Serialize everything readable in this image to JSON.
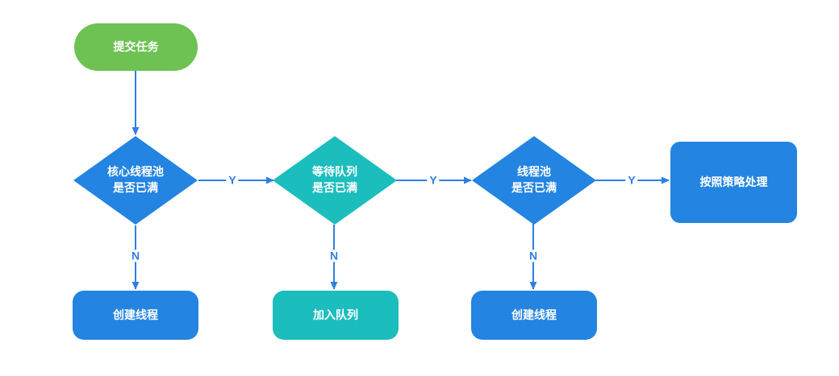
{
  "diagram": {
    "title": "thread-pool-task-submission-flowchart",
    "colors": {
      "start_green": "#6EC253",
      "node_blue": "#2384E1",
      "node_teal": "#1CBDBD",
      "arrow_blue": "#2E7FE4",
      "node_text": "#FFFFFF",
      "background": "#FFFFFF"
    },
    "nodes": {
      "start": {
        "type": "terminator",
        "label": "提交任务"
      },
      "decision_core_pool": {
        "type": "decision",
        "label": "核心线程池\n是否已满"
      },
      "decision_wait_queue": {
        "type": "decision",
        "label": "等待队列\n是否已满"
      },
      "decision_thread_pool": {
        "type": "decision",
        "label": "线程池\n是否已满"
      },
      "policy": {
        "type": "process",
        "label": "按照策略处理"
      },
      "create_thread_1": {
        "type": "process",
        "label": "创建线程"
      },
      "join_queue": {
        "type": "process",
        "label": "加入队列"
      },
      "create_thread_2": {
        "type": "process",
        "label": "创建线程"
      }
    },
    "edges": {
      "start_to_core": {
        "from": "start",
        "to": "decision_core_pool",
        "label": ""
      },
      "core_yes": {
        "from": "decision_core_pool",
        "to": "decision_wait_queue",
        "label": "Y"
      },
      "core_no": {
        "from": "decision_core_pool",
        "to": "create_thread_1",
        "label": "N"
      },
      "queue_yes": {
        "from": "decision_wait_queue",
        "to": "decision_thread_pool",
        "label": "Y"
      },
      "queue_no": {
        "from": "decision_wait_queue",
        "to": "join_queue",
        "label": "N"
      },
      "pool_yes": {
        "from": "decision_thread_pool",
        "to": "policy",
        "label": "Y"
      },
      "pool_no": {
        "from": "decision_thread_pool",
        "to": "create_thread_2",
        "label": "N"
      }
    }
  }
}
